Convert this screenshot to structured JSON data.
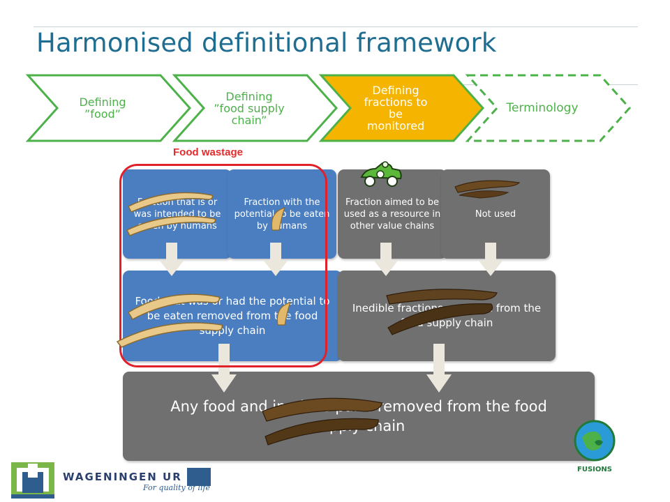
{
  "title": "Harmonised definitional framework",
  "steps": [
    {
      "label": "Defining\n”food”",
      "state": "done"
    },
    {
      "label": "Defining\n”food supply\nchain”",
      "state": "done"
    },
    {
      "label": "Defining\nfractions to\nbe\nmonitored",
      "state": "active"
    },
    {
      "label": "Terminology",
      "state": "upcoming"
    }
  ],
  "food_wastage_label": "Food wastage",
  "boxes": {
    "intended_for_humans": "Fraction that is or was intended to be eaten by humans",
    "potential_eaten": "Fraction with the potential to be eaten by humans",
    "resource_other_chains": "Fraction aimed to be used as a resource in other value chains",
    "not_used": "Not used",
    "edible_removed": "Food that was or had the potential to be eaten removed from the food supply chain",
    "inedible_removed": "Inedible fractions removed from the food supply chain",
    "all_removed": "Any food and inedible parts removed from the food supply chain"
  },
  "logos": {
    "wur_name": "WAGENINGEN UR",
    "wur_tagline": "For quality of life",
    "fusions": "FUSIONS"
  },
  "colors": {
    "title": "#1f6e91",
    "step_green": "#4db14a",
    "step_active": "#f5b400",
    "box_blue": "#4a7ec0",
    "box_grey": "#707070",
    "wastage_red": "#e0202a"
  }
}
